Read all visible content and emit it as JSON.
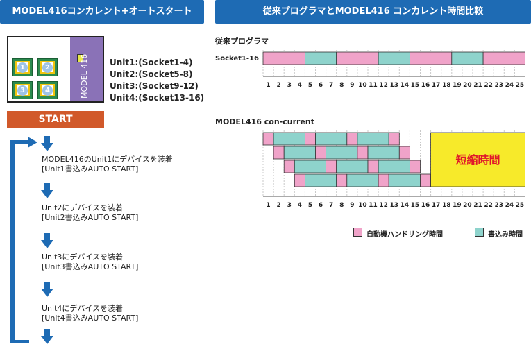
{
  "left_header": "MODEL416コンカレント+オートスタート",
  "right_header": "従来プログラマとMODEL416 コンカレント時間比較",
  "device": {
    "sockets": [
      "1",
      "2",
      "3",
      "4"
    ],
    "model_label": "MODEL 416"
  },
  "units": [
    "Unit1:(Socket1-4)",
    "Unit2:(Socket5-8)",
    "Unit3:(Socket9-12)",
    "Unit4:(Socket13-16)"
  ],
  "start_label": "START",
  "steps": [
    {
      "line1": "MODEL416のUnit1にデバイスを装着",
      "line2": "[Unit1書込みAUTO START]"
    },
    {
      "line1": "Unit2にデバイスを装着",
      "line2": "[Unit2書込みAUTO START]"
    },
    {
      "line1": "Unit3にデバイスを装着",
      "line2": "[Unit3書込みAUTO START]"
    },
    {
      "line1": "Unit4にデバイスを装着",
      "line2": "[Unit4書込みAUTO START]"
    }
  ],
  "conventional": {
    "title": "従来プログラマ",
    "row_label": "Socket1-16"
  },
  "concurrent": {
    "title": "MODEL416 con-current",
    "saved_label": "短縮時間"
  },
  "legend": {
    "handler": "自動機ハンドリング時間",
    "write": "書込み時間"
  },
  "chart_data": {
    "type": "gantt",
    "x_ticks": [
      "1",
      "2",
      "3",
      "4",
      "5",
      "6",
      "7",
      "8",
      "9",
      "10",
      "11",
      "12",
      "13",
      "14",
      "15",
      "16",
      "17",
      "18",
      "19",
      "20",
      "21",
      "22",
      "23",
      "24",
      "25"
    ],
    "colors": {
      "handler": "#f0a3c9",
      "write": "#8ed3cc",
      "saved": "#f7ea2a"
    },
    "conventional_segments": [
      {
        "kind": "handler",
        "start": 1,
        "end": 5
      },
      {
        "kind": "write",
        "start": 5,
        "end": 8
      },
      {
        "kind": "handler",
        "start": 8,
        "end": 12
      },
      {
        "kind": "write",
        "start": 12,
        "end": 15
      },
      {
        "kind": "handler",
        "start": 15,
        "end": 19
      },
      {
        "kind": "write",
        "start": 19,
        "end": 22
      },
      {
        "kind": "handler",
        "start": 22,
        "end": 26
      }
    ],
    "concurrent_rows": [
      [
        {
          "kind": "handler",
          "start": 1,
          "end": 2
        },
        {
          "kind": "write",
          "start": 2,
          "end": 5
        },
        {
          "kind": "handler",
          "start": 5,
          "end": 6
        },
        {
          "kind": "write",
          "start": 6,
          "end": 9
        },
        {
          "kind": "handler",
          "start": 9,
          "end": 10
        },
        {
          "kind": "write",
          "start": 10,
          "end": 13
        },
        {
          "kind": "handler",
          "start": 13,
          "end": 14
        }
      ],
      [
        {
          "kind": "handler",
          "start": 2,
          "end": 3
        },
        {
          "kind": "write",
          "start": 3,
          "end": 6
        },
        {
          "kind": "handler",
          "start": 6,
          "end": 7
        },
        {
          "kind": "write",
          "start": 7,
          "end": 10
        },
        {
          "kind": "handler",
          "start": 10,
          "end": 11
        },
        {
          "kind": "write",
          "start": 11,
          "end": 14
        },
        {
          "kind": "handler",
          "start": 14,
          "end": 15
        }
      ],
      [
        {
          "kind": "handler",
          "start": 3,
          "end": 4
        },
        {
          "kind": "write",
          "start": 4,
          "end": 7
        },
        {
          "kind": "handler",
          "start": 7,
          "end": 8
        },
        {
          "kind": "write",
          "start": 8,
          "end": 11
        },
        {
          "kind": "handler",
          "start": 11,
          "end": 12
        },
        {
          "kind": "write",
          "start": 12,
          "end": 15
        },
        {
          "kind": "handler",
          "start": 15,
          "end": 16
        }
      ],
      [
        {
          "kind": "handler",
          "start": 4,
          "end": 5
        },
        {
          "kind": "write",
          "start": 5,
          "end": 8
        },
        {
          "kind": "handler",
          "start": 8,
          "end": 9
        },
        {
          "kind": "write",
          "start": 9,
          "end": 12
        },
        {
          "kind": "handler",
          "start": 12,
          "end": 13
        },
        {
          "kind": "write",
          "start": 13,
          "end": 16
        },
        {
          "kind": "handler",
          "start": 16,
          "end": 17
        }
      ]
    ],
    "saved_range": [
      17,
      26
    ]
  }
}
